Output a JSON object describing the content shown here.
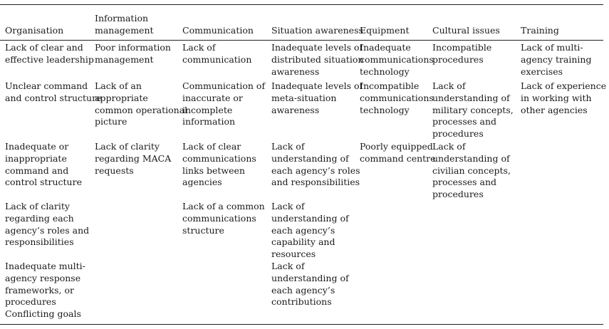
{
  "table": {
    "headers": [
      {
        "lines": [
          "Organisation"
        ]
      },
      {
        "lines": [
          "Information",
          "management"
        ]
      },
      {
        "lines": [
          "Communication"
        ]
      },
      {
        "lines": [
          "Situation awareness"
        ]
      },
      {
        "lines": [
          "Equipment"
        ]
      },
      {
        "lines": [
          "Cultural issues"
        ]
      },
      {
        "lines": [
          "Training"
        ]
      }
    ],
    "cells": {
      "organisation": [
        {
          "lines": [
            "Lack of clear and",
            "effective leadership"
          ]
        },
        {
          "lines": [
            "Unclear command",
            "and control structure"
          ]
        },
        {
          "lines": [
            "Inadequate or",
            "inappropriate",
            "command and",
            "control structure"
          ]
        },
        {
          "lines": [
            "Lack of clarity",
            "regarding each",
            "agency’s roles and",
            "responsibilities"
          ]
        },
        {
          "lines": [
            "Inadequate multi-",
            "agency response",
            "frameworks, or",
            "procedures",
            "Conflicting goals"
          ]
        }
      ],
      "information": [
        {
          "lines": [
            "Poor information",
            "management"
          ]
        },
        {
          "lines": [
            "Lack of an",
            "appropriate",
            "common operational",
            "picture"
          ]
        },
        {
          "lines": [
            "Lack of clarity",
            "regarding MACA",
            "requests"
          ]
        }
      ],
      "communication": [
        {
          "lines": [
            "Lack of",
            "communication"
          ]
        },
        {
          "lines": [
            "Communication of",
            "inaccurate or",
            "incomplete",
            "information"
          ]
        },
        {
          "lines": [
            "Lack of clear",
            "communications",
            "links between",
            "agencies"
          ]
        },
        {
          "lines": [
            "Lack of a common",
            "communications",
            "structure"
          ]
        }
      ],
      "situation": [
        {
          "lines": [
            "Inadequate levels of",
            "distributed situation",
            "awareness"
          ]
        },
        {
          "lines": [
            "Inadequate levels of",
            "meta-situation",
            "awareness"
          ]
        },
        {
          "lines": [
            "Lack of",
            "understanding of",
            "each agency’s roles",
            "and responsibilities"
          ]
        },
        {
          "lines": [
            "Lack of",
            "understanding of",
            "each agency’s",
            "capability and",
            "resources"
          ]
        },
        {
          "lines": [
            "Lack of",
            "understanding of",
            "each agency’s",
            "contributions"
          ]
        }
      ],
      "equipment": [
        {
          "lines": [
            "Inadequate",
            "communications",
            "technology"
          ]
        },
        {
          "lines": [
            "Incompatible",
            "communications",
            "technology"
          ]
        },
        {
          "lines": [
            "Poorly equipped",
            "command centre"
          ]
        }
      ],
      "cultural": [
        {
          "lines": [
            "Incompatible",
            "procedures"
          ]
        },
        {
          "lines": [
            "Lack of",
            "understanding of",
            "military concepts,",
            "processes and",
            "procedures"
          ]
        },
        {
          "lines": [
            "Lack of",
            "understanding of",
            "civilian concepts,",
            "processes and",
            "procedures"
          ]
        }
      ],
      "training": [
        {
          "lines": [
            "Lack of multi-",
            "agency training",
            "exercises"
          ]
        },
        {
          "lines": [
            "Lack of experience",
            "in working with",
            "other agencies"
          ]
        }
      ]
    }
  }
}
